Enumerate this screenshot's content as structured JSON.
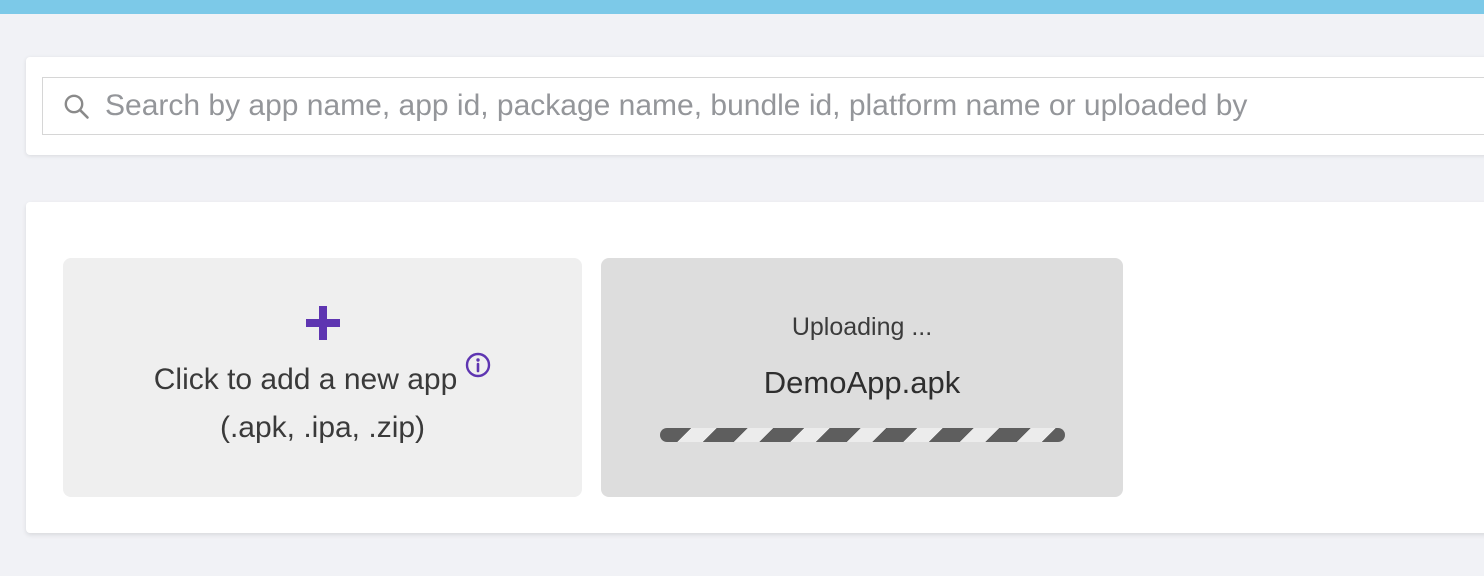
{
  "colors": {
    "topbar": "#7cc9e8",
    "accent": "#5e35b1",
    "page-bg": "#f1f2f6",
    "card-add-bg": "#efefef",
    "card-upload-bg": "#dddddd",
    "progress-bar": "#5e5e5e",
    "progress-stripe": "#ececec"
  },
  "search": {
    "placeholder": "Search by app name, app id, package name, bundle id, platform name or uploaded by",
    "value": ""
  },
  "apps": {
    "add_card": {
      "title": "Click to add a new app",
      "formats": "(.apk, .ipa, .zip)"
    },
    "upload_card": {
      "status": "Uploading ...",
      "filename": "DemoApp.apk"
    }
  }
}
